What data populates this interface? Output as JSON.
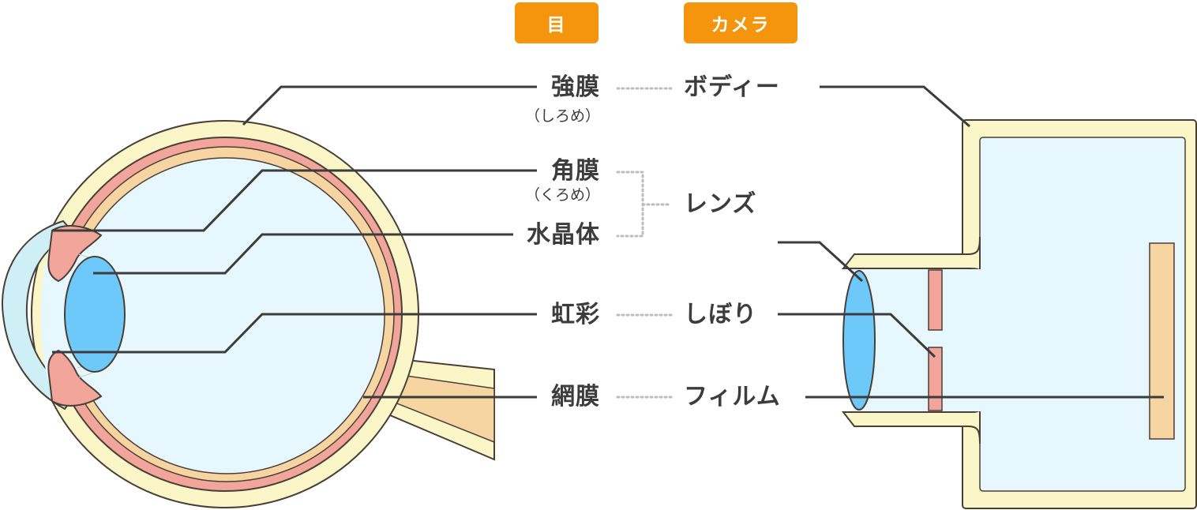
{
  "headers": {
    "eye": "目",
    "camera": "カメラ"
  },
  "eye_labels": {
    "sclera": "強膜",
    "sclera_reading": "（しろめ）",
    "cornea": "角膜",
    "cornea_reading": "（くろめ）",
    "lens": "水晶体",
    "iris": "虹彩",
    "retina": "網膜"
  },
  "camera_labels": {
    "body": "ボディー",
    "lens": "レンズ",
    "aperture": "しぼり",
    "film": "フィルム"
  },
  "colors": {
    "badge": "#f5950d",
    "outline": "#4a3f36",
    "sclera_fill": "#fbf6c8",
    "choroid_fill": "#f2a59b",
    "retina_fill": "#f6d5a3",
    "interior_fill": "#e6f8fd",
    "lens_fill": "#6ec9fb",
    "leader_line": "#3c3c3c",
    "dotted_line": "#bdbdbd"
  }
}
